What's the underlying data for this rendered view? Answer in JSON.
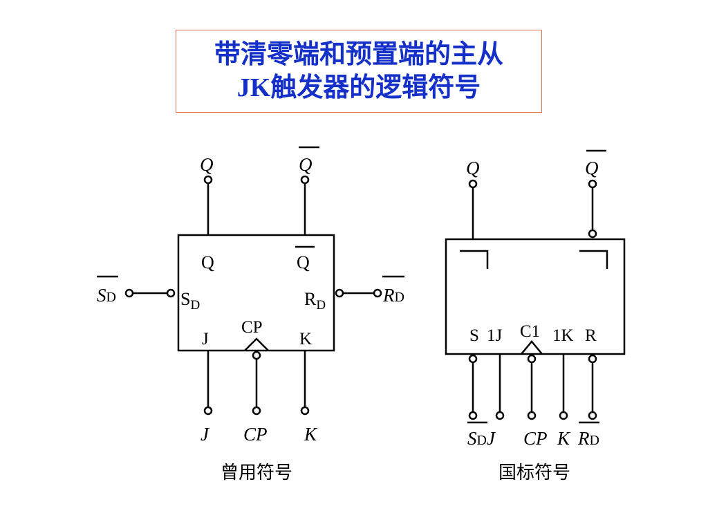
{
  "title": {
    "line1": "带清零端和预置端的主从",
    "line2": "JK触发器的逻辑符号"
  },
  "left_symbol": {
    "caption": "曾用符号",
    "outer": {
      "q": "Q",
      "qbar": "Q",
      "sd_main": "S",
      "sd_sub": "D",
      "rd_main": "R",
      "rd_sub": "D",
      "j": "J",
      "cp": "CP",
      "k": "K"
    },
    "inner": {
      "q": "Q",
      "qbar": "Q",
      "sd_main": "S",
      "sd_sub": "D",
      "rd_main": "R",
      "rd_sub": "D",
      "j": "J",
      "cp": "CP",
      "k": "K"
    }
  },
  "right_symbol": {
    "caption": "国标符号",
    "outer": {
      "q": "Q",
      "qbar": "Q",
      "sd_main": "S",
      "sd_sub": "D",
      "j": "J",
      "cp": "CP",
      "k": "K",
      "rd_main": "R",
      "rd_sub": "D"
    },
    "inner": {
      "s": "S",
      "j": "1J",
      "c": "C1",
      "k": "1K",
      "r": "R"
    }
  }
}
